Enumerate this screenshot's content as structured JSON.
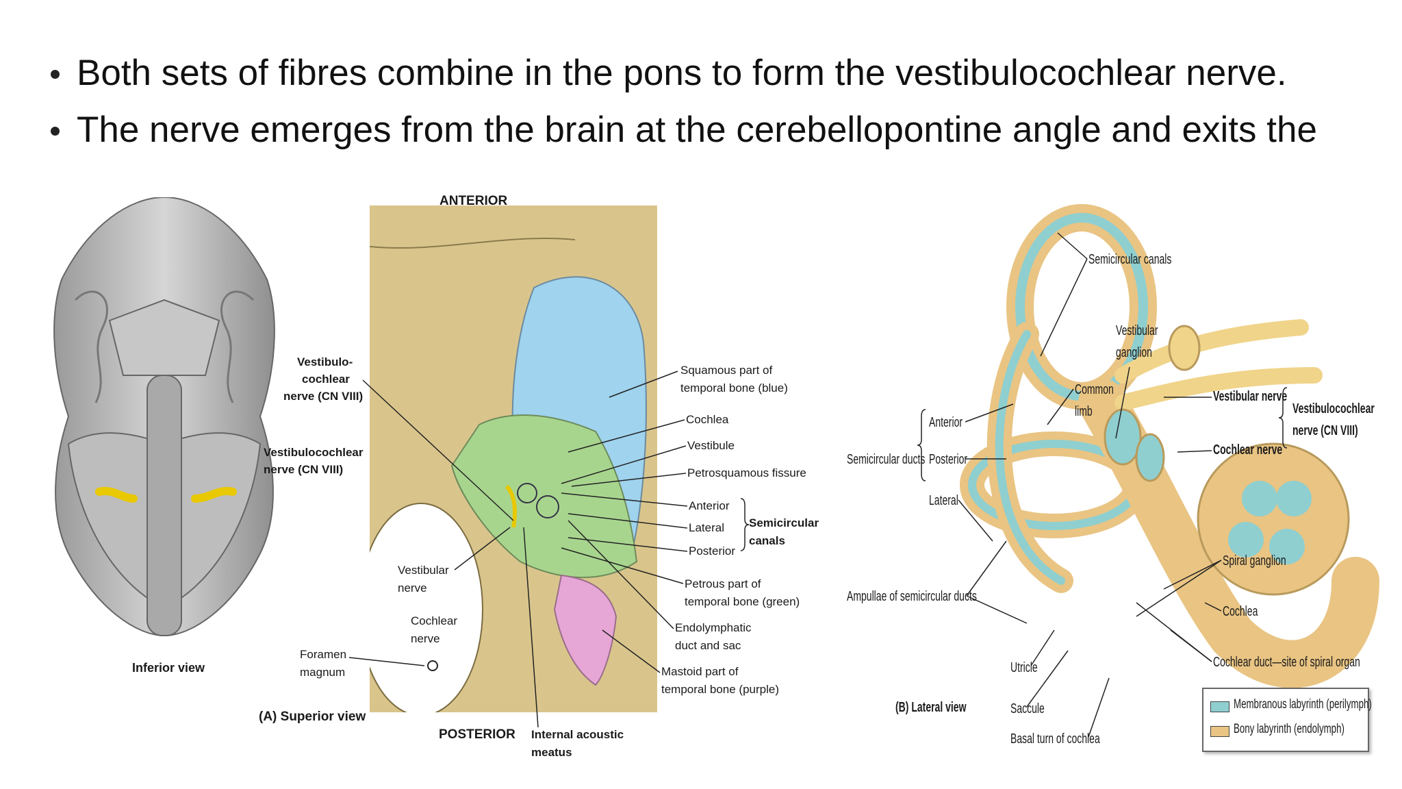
{
  "bullets": [
    "Both sets of fibres combine in the pons to form the vestibulocochlear nerve.",
    "The nerve emerges from the brain at the cerebellopontine angle and exits the cranium via the internal acoustic meatus of the temporal bone."
  ],
  "figure_a": {
    "top": "ANTERIOR",
    "bottom": "POSTERIOR",
    "caption": "(A) Superior view",
    "inferior_caption": "Inferior view",
    "labels": {
      "vc_nerve_a1": "Vestibulo-",
      "vc_nerve_a2": "cochlear",
      "vc_nerve_a3": "nerve (CN VIII)",
      "vc_nerve_b1": "Vestibulocochlear",
      "vc_nerve_b2": "nerve (CN VIII)",
      "vest_nerve1": "Vestibular",
      "vest_nerve2": "nerve",
      "coch_nerve1": "Cochlear",
      "coch_nerve2": "nerve",
      "foramen1": "Foramen",
      "foramen2": "magnum",
      "int_meatus1": "Internal acoustic",
      "int_meatus2": "meatus",
      "squamous1": "Squamous part of",
      "squamous2": "temporal bone (blue)",
      "cochlea": "Cochlea",
      "vestibule": "Vestibule",
      "petrosq": "Petrosquamous fissure",
      "anterior": "Anterior",
      "lateral": "Lateral",
      "posterior": "Posterior",
      "semicirc1": "Semicircular",
      "semicirc2": "canals",
      "petrous1": "Petrous part of",
      "petrous2": "temporal bone (green)",
      "endolymph1": "Endolymphatic",
      "endolymph2": "duct and sac",
      "mastoid1": "Mastoid part of",
      "mastoid2": "temporal bone (purple)"
    }
  },
  "figure_b": {
    "caption": "(B) Lateral view",
    "labels": {
      "semicircular_canals": "Semicircular canals",
      "vest_ganglion1": "Vestibular",
      "vest_ganglion2": "ganglion",
      "common1": "Common",
      "common2": "limb",
      "vest_nerve": "Vestibular nerve",
      "vc1": "Vestibulocochlear",
      "vc2": "nerve (CN VIII)",
      "coch_nerve": "Cochlear nerve",
      "anterior": "Anterior",
      "posterior": "Posterior",
      "lateral": "Lateral",
      "sc_ducts": "Semicircular ducts",
      "ampullae": "Ampullae of semicircular ducts",
      "spiral_ganglion": "Spiral ganglion",
      "cochlea": "Cochlea",
      "coch_duct": "Cochlear duct—site of spiral organ",
      "utricle": "Utricle",
      "saccule": "Saccule",
      "basal_turn": "Basal turn of cochlea"
    },
    "legend": [
      "Membranous labyrinth (perilymph)",
      "Bony labyrinth (endolymph)"
    ]
  },
  "colors": {
    "membranous": "#8fcfd0",
    "bony": "#e9c483",
    "blue": "#9fd3ee",
    "green": "#a8d58e",
    "purple": "#e6a6d6",
    "bone": "#d9c58c"
  }
}
